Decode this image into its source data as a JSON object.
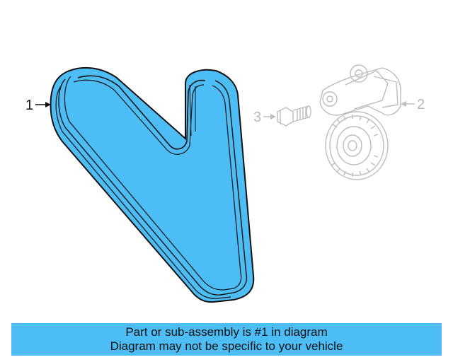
{
  "diagram": {
    "callouts": [
      {
        "id": "callout-1",
        "label": "1",
        "part": "serpentine belt",
        "state": "highlighted"
      },
      {
        "id": "callout-2",
        "label": "2",
        "part": "belt tensioner",
        "state": "muted"
      },
      {
        "id": "callout-3",
        "label": "3",
        "part": "bolt",
        "state": "muted"
      }
    ],
    "colors": {
      "highlight": "#4dbdf6",
      "outline": "#111111",
      "muted_line": "#bdbdbd"
    }
  },
  "caption": {
    "line1": "Part or sub-assembly is #1 in diagram",
    "line2": "Diagram may not be specific to your vehicle"
  }
}
